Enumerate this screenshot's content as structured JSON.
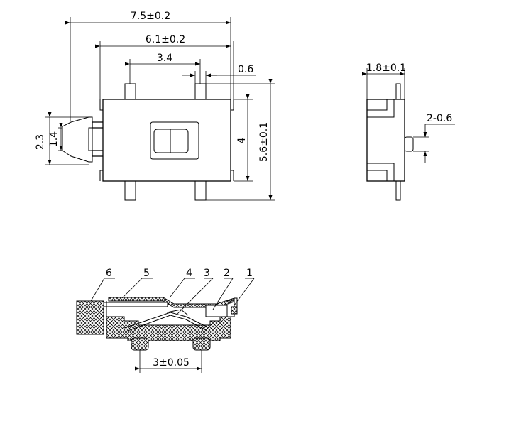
{
  "dimensions": {
    "overall_width": "7.5±0.2",
    "body_width": "6.1±0.2",
    "pin_pitch": "3.4",
    "pin_width": "0.6",
    "actuator_travel": "2.3",
    "actuator_width": "1.4",
    "pin_span": "4",
    "overall_height": "5.6±0.1",
    "side_thickness": "1.8±0.1",
    "side_knob": "2-0.6",
    "section_pitch": "3±0.05"
  },
  "callouts": [
    "6",
    "5",
    "4",
    "3",
    "2",
    "1"
  ]
}
